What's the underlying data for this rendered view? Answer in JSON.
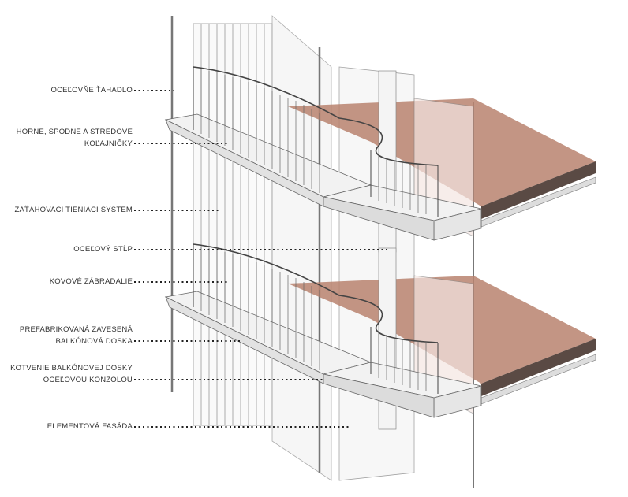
{
  "labels": [
    {
      "lines": [
        "OCEĽOVŇE ŤAHADLO"
      ]
    },
    {
      "lines": [
        "HORNÉ, SPODNÉ A STREDOVÉ",
        "KOĽAJNIČKY"
      ]
    },
    {
      "lines": [
        "ZAŤAHOVACÍ TIENIACI SYSTÉM"
      ]
    },
    {
      "lines": [
        "OCEĽOVÝ STĹP"
      ]
    },
    {
      "lines": [
        "KOVOVÉ ZÁBRADALIE"
      ]
    },
    {
      "lines": [
        "PREFABRIKOVANÁ ZAVESENÁ",
        "BALKÓNOVÁ DOSKA"
      ]
    },
    {
      "lines": [
        "KOTVENIE BALKÓNOVEJ DOSKY",
        "OCEĽOVOU KONZOLOU"
      ]
    },
    {
      "lines": [
        "ELEMENTOVÁ FASÁDA"
      ]
    }
  ],
  "colors": {
    "floor": "#b9826f",
    "slab": "#eeeeee",
    "line": "#555555",
    "leader": "#222222"
  }
}
